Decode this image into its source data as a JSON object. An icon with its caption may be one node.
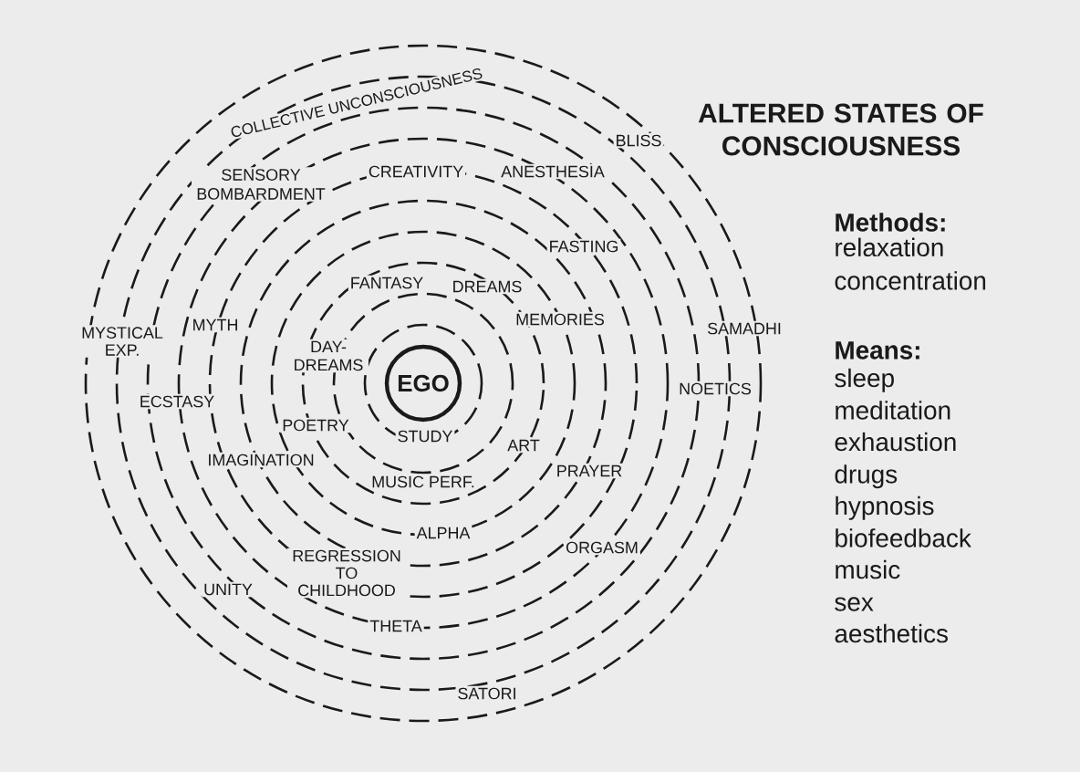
{
  "diagram": {
    "title": "ALTERED STATES OF CONSCIOUSNESS",
    "nodes": [
      {
        "text": [],
        "shape": "circle"
      },
      {
        "text": [],
        "shape": "circle",
        "in": 0
      },
      {
        "text": [],
        "shape": "circle",
        "in": 1
      },
      {
        "text": [],
        "shape": "circle",
        "in": 2
      },
      {
        "text": [],
        "shape": "circle",
        "in": 3
      },
      {
        "text": [],
        "shape": "circle",
        "in": 4
      },
      {
        "text": [],
        "shape": "circle",
        "in": 5
      },
      {
        "text": [],
        "shape": "circle",
        "in": 6
      },
      {
        "text": [],
        "shape": "circle",
        "in": 7
      },
      {
        "text": [],
        "shape": "circle",
        "in": 8
      },
      {
        "text": [
          "EGO"
        ],
        "in": 9
      }
    ],
    "labels": [
      "COLLECTIVE UNCONSCIOUSNESS",
      "BLISS",
      "SENSORY BOMBARDMENT",
      "CREATIVITY",
      "ANESTHESIA",
      "FASTING",
      "FANTASY",
      "DREAMS",
      "MEMORIES",
      "MYTH",
      "SAMADHI",
      "MYSTICAL EXP.",
      "DAY- DREAMS",
      "NOETICS",
      "ECSTASY",
      "POETRY",
      "STUDY",
      "ART",
      "IMAGINATION",
      "MUSIC PERF.",
      "PRAYER",
      "ALPHA",
      "ORGASM",
      "REGRESSION TO CHILDHOOD",
      "UNITY",
      "THETA",
      "SATORI",
      "Methods:",
      "relaxation",
      "concentration",
      "Means:",
      "sleep",
      "meditation",
      "exhaustion",
      "drugs",
      "hypnosis",
      "biofeedback",
      "music",
      "sex",
      "aesthetics"
    ]
  }
}
